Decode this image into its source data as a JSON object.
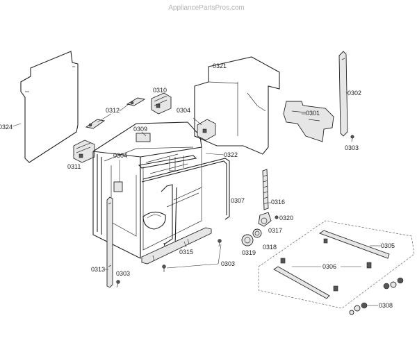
{
  "watermark": "AppliancePartsPros.com",
  "labels": {
    "p0301": "0301",
    "p0302": "0302",
    "p0303a": "0303",
    "p0303b": "0303",
    "p0303c": "0303",
    "p0304a": "0304",
    "p0304b": "0304",
    "p0305": "0305",
    "p0306": "0306",
    "p0307": "0307",
    "p0308": "0308",
    "p0309": "0309",
    "p0310": "0310",
    "p0311": "0311",
    "p0312": "0312",
    "p0313": "0313",
    "p0315": "0315",
    "p0316": "0316",
    "p0317": "0317",
    "p0318": "0318",
    "p0319": "0319",
    "p0320": "0320",
    "p0321": "0321",
    "p0322": "0322",
    "p0324": "0324"
  }
}
